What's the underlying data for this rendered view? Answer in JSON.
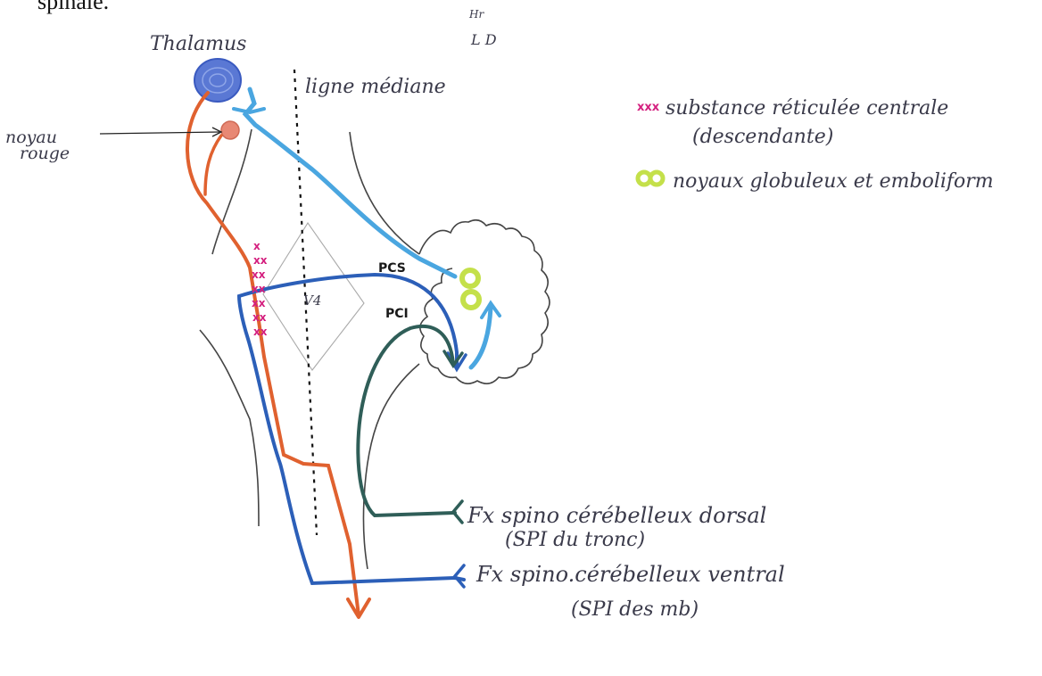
{
  "top_fragment": "spinale.",
  "orientation": {
    "line1": "Hr",
    "line2": "L D"
  },
  "labels": {
    "thalamus": "Thalamus",
    "ligne_mediane": "ligne médiane",
    "noyau_rouge_1": "noyau",
    "noyau_rouge_2": "rouge",
    "v4": "V4",
    "pcs": "PCS",
    "pci": "PCI"
  },
  "legend": {
    "reticulee_line1": "substance réticulée centrale",
    "reticulee_line2": "(descendante)",
    "reticulee_marker": "xxx",
    "reticulee_color": "#d4207f",
    "noyaux_text": "noyaux globuleux et emboliform",
    "noyaux_color": "#c4e04a"
  },
  "tracts": {
    "dorsal_line1": "Fx spino cérébelleux dorsal",
    "dorsal_line2": "(SPI du tronc)",
    "ventral_line1": "Fx spino.cérébelleux ventral",
    "ventral_line2": "(SPI des mb)"
  },
  "colors": {
    "orange": "#e0612f",
    "light_blue": "#4aa6e0",
    "dark_blue": "#2c5fb8",
    "dark_green": "#2f5e58",
    "thalamus_blue": "#5a78d4",
    "noyau_rouge_pink": "#e88874",
    "outline": "#444"
  }
}
